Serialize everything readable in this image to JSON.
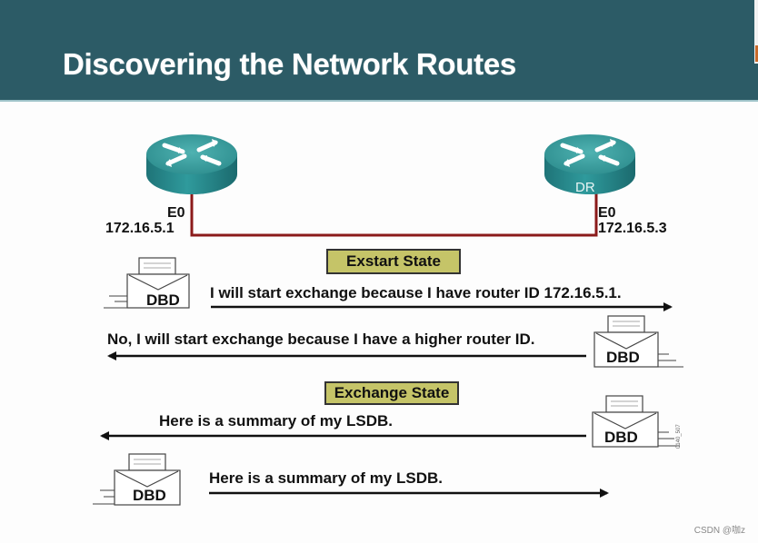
{
  "header": {
    "title": "Discovering the Network Routes",
    "background_color": "#2c5b66"
  },
  "routers": [
    {
      "id": "left-router",
      "label": "",
      "interface": "E0",
      "ip": "172.16.5.1",
      "icon": "router-icon"
    },
    {
      "id": "right-router",
      "label": "DR",
      "interface": "E0",
      "ip": "172.16.5.3",
      "icon": "router-icon"
    }
  ],
  "link": {
    "color": "#8b1a1a"
  },
  "states": [
    {
      "label": "Exstart State",
      "messages": [
        {
          "text": "I will start exchange because I have router ID 172.16.5.1.",
          "direction": "right",
          "packet": "DBD",
          "sender": "left-router"
        },
        {
          "text": "No, I will start exchange because I have a higher router ID.",
          "direction": "left",
          "packet": "DBD",
          "sender": "right-router"
        }
      ]
    },
    {
      "label": "Exchange State",
      "messages": [
        {
          "text": "Here is a summary of my LSDB.",
          "direction": "left",
          "packet": "DBD",
          "sender": "right-router"
        },
        {
          "text": "Here is a summary of my LSDB.",
          "direction": "right",
          "packet": "DBD",
          "sender": "left-router"
        }
      ]
    }
  ],
  "state_box_color": "#c5c468",
  "figure_id": "0140_507",
  "watermark": "CSDN @咖z"
}
